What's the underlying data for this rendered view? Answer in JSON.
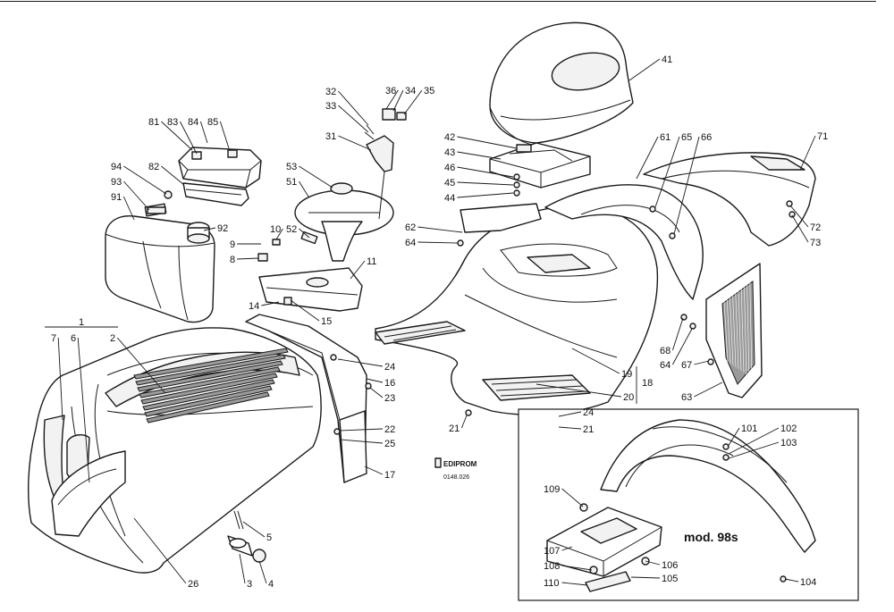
{
  "labels": [
    {
      "id": "l1",
      "text": "1"
    },
    {
      "id": "l2",
      "text": "2"
    },
    {
      "id": "l3",
      "text": "3"
    },
    {
      "id": "l4",
      "text": "4"
    },
    {
      "id": "l5",
      "text": "5"
    },
    {
      "id": "l6",
      "text": "6"
    },
    {
      "id": "l7",
      "text": "7"
    },
    {
      "id": "l8",
      "text": "8"
    },
    {
      "id": "l9",
      "text": "9"
    },
    {
      "id": "l10",
      "text": "10"
    },
    {
      "id": "l11",
      "text": "11"
    },
    {
      "id": "l14",
      "text": "14"
    },
    {
      "id": "l15",
      "text": "15"
    },
    {
      "id": "l16",
      "text": "16"
    },
    {
      "id": "l17",
      "text": "17"
    },
    {
      "id": "l18",
      "text": "18"
    },
    {
      "id": "l19",
      "text": "19"
    },
    {
      "id": "l20",
      "text": "20"
    },
    {
      "id": "l21a",
      "text": "21"
    },
    {
      "id": "l21b",
      "text": "21"
    },
    {
      "id": "l22",
      "text": "22"
    },
    {
      "id": "l23",
      "text": "23"
    },
    {
      "id": "l24a",
      "text": "24"
    },
    {
      "id": "l24b",
      "text": "24"
    },
    {
      "id": "l25",
      "text": "25"
    },
    {
      "id": "l26",
      "text": "26"
    },
    {
      "id": "l31",
      "text": "31"
    },
    {
      "id": "l32",
      "text": "32"
    },
    {
      "id": "l33",
      "text": "33"
    },
    {
      "id": "l34",
      "text": "34"
    },
    {
      "id": "l35",
      "text": "35"
    },
    {
      "id": "l36",
      "text": "36"
    },
    {
      "id": "l41",
      "text": "41"
    },
    {
      "id": "l42",
      "text": "42"
    },
    {
      "id": "l43",
      "text": "43"
    },
    {
      "id": "l44",
      "text": "44"
    },
    {
      "id": "l45",
      "text": "45"
    },
    {
      "id": "l46",
      "text": "46"
    },
    {
      "id": "l51",
      "text": "51"
    },
    {
      "id": "l52",
      "text": "52"
    },
    {
      "id": "l53",
      "text": "53"
    },
    {
      "id": "l61",
      "text": "61"
    },
    {
      "id": "l62",
      "text": "62"
    },
    {
      "id": "l63",
      "text": "63"
    },
    {
      "id": "l64a",
      "text": "64"
    },
    {
      "id": "l64b",
      "text": "64"
    },
    {
      "id": "l65",
      "text": "65"
    },
    {
      "id": "l66",
      "text": "66"
    },
    {
      "id": "l67",
      "text": "67"
    },
    {
      "id": "l68",
      "text": "68"
    },
    {
      "id": "l71",
      "text": "71"
    },
    {
      "id": "l72",
      "text": "72"
    },
    {
      "id": "l73",
      "text": "73"
    },
    {
      "id": "l81",
      "text": "81"
    },
    {
      "id": "l82",
      "text": "82"
    },
    {
      "id": "l83",
      "text": "83"
    },
    {
      "id": "l84",
      "text": "84"
    },
    {
      "id": "l85",
      "text": "85"
    },
    {
      "id": "l91",
      "text": "91"
    },
    {
      "id": "l92",
      "text": "92"
    },
    {
      "id": "l93",
      "text": "93"
    },
    {
      "id": "l94",
      "text": "94"
    },
    {
      "id": "l101",
      "text": "101"
    },
    {
      "id": "l102",
      "text": "102"
    },
    {
      "id": "l103",
      "text": "103"
    },
    {
      "id": "l104",
      "text": "104"
    },
    {
      "id": "l105",
      "text": "105"
    },
    {
      "id": "l106",
      "text": "106"
    },
    {
      "id": "l107",
      "text": "107"
    },
    {
      "id": "l108",
      "text": "108"
    },
    {
      "id": "l109",
      "text": "109"
    },
    {
      "id": "l110",
      "text": "110"
    }
  ],
  "inset_title": "mod. 98s",
  "brand_name": "EDIPROM",
  "drawing_code": "0148.026",
  "colors": {
    "ink": "#1a1a1a",
    "part_fill": "#f2f2f2",
    "grille": "#9a9a9a",
    "background": "#ffffff"
  }
}
